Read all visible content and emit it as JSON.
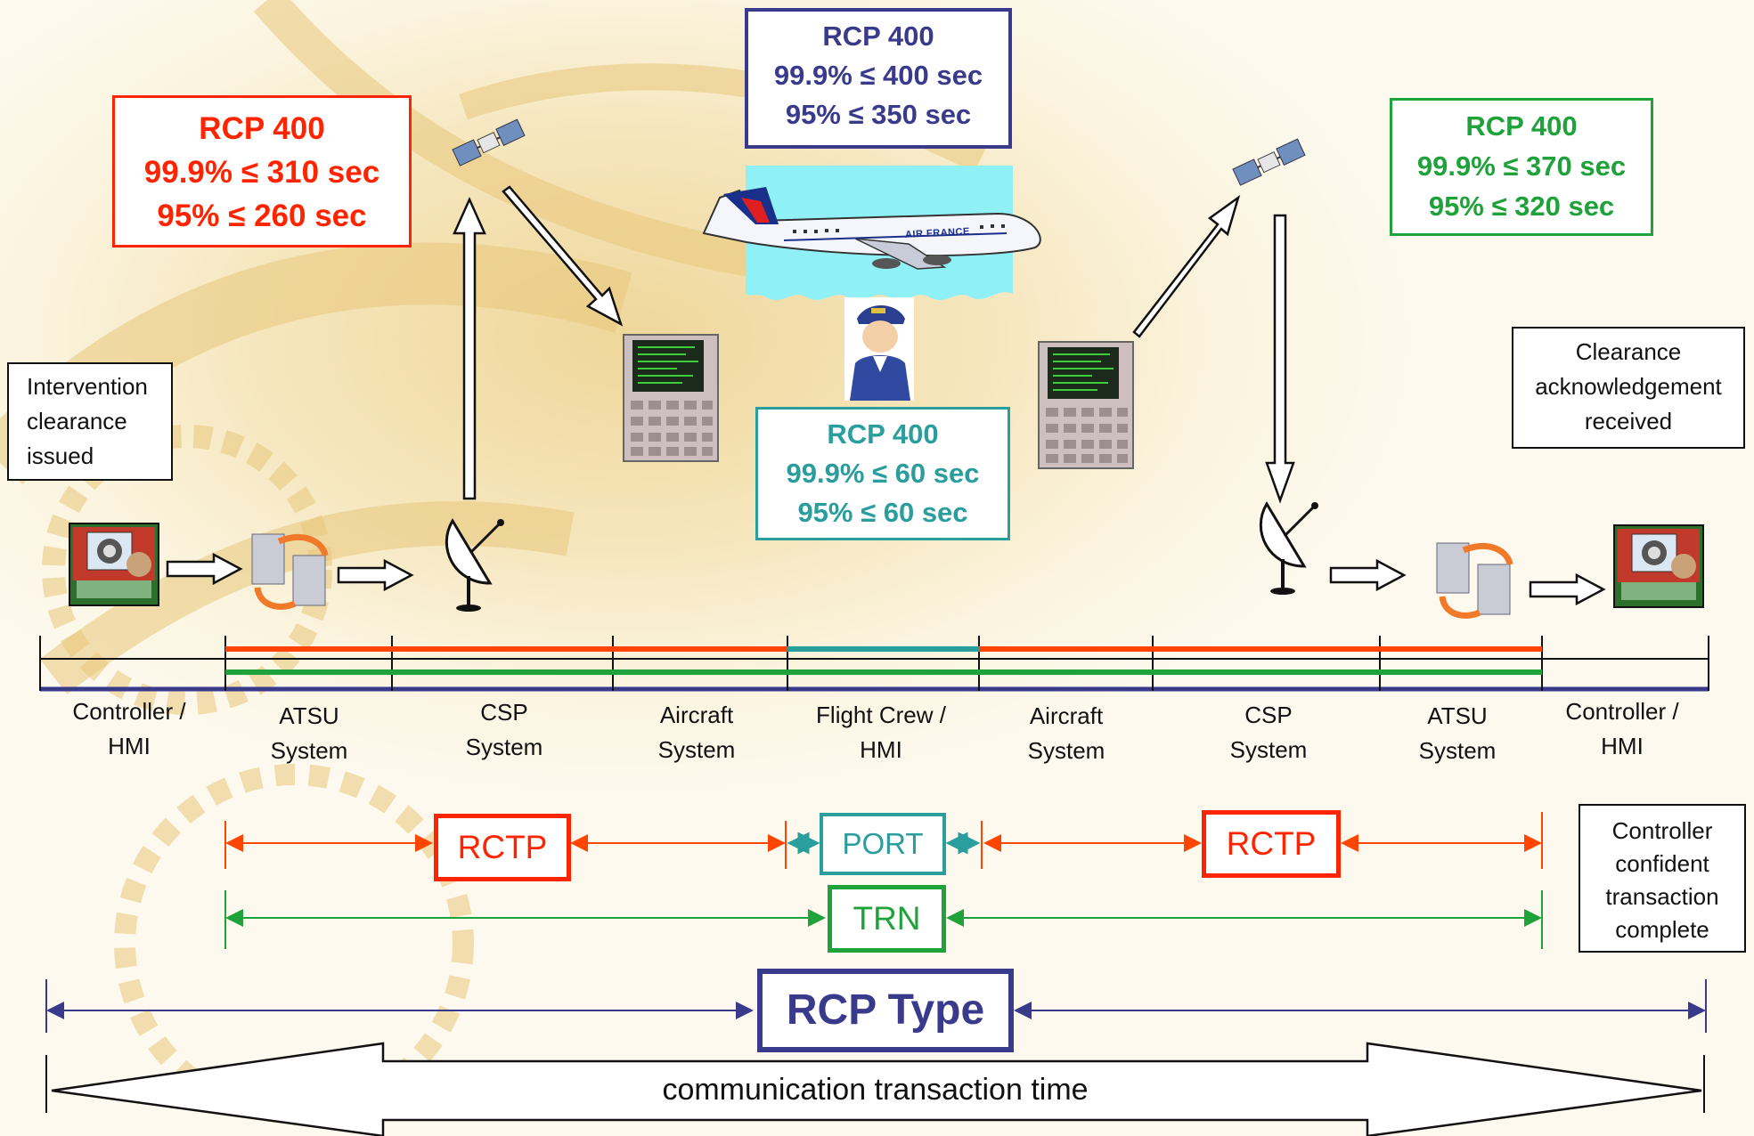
{
  "colors": {
    "red": "#ff2400",
    "red_line": "#ff4500",
    "navy": "#3a3a8c",
    "teal": "#2a9d9d",
    "green": "#1fa23a",
    "black": "#111111"
  },
  "rcp_boxes": {
    "overall": {
      "title": "RCP 400",
      "line1": "99.9% ≤ 400 sec",
      "line2": "95% ≤ 350 sec"
    },
    "rctp_uplink": {
      "title": "RCP 400",
      "line1": "99.9% ≤ 310 sec",
      "line2": "95% ≤ 260 sec"
    },
    "port": {
      "title": "RCP 400",
      "line1": "99.9% ≤ 60 sec",
      "line2": "95% ≤ 60 sec"
    },
    "trn": {
      "title": "RCP 400",
      "line1": "99.9% ≤ 370 sec",
      "line2": "95% ≤ 320 sec"
    }
  },
  "notes": {
    "start": [
      "Intervention",
      "clearance",
      "issued"
    ],
    "ack": [
      "Clearance",
      "acknowledgement",
      "received"
    ],
    "complete": [
      "Controller",
      "confident",
      "transaction",
      "complete"
    ]
  },
  "aircraft": {
    "livery": "AIR FRANCE"
  },
  "timeline_labels": [
    {
      "line1": "Controller /",
      "line2": "HMI"
    },
    {
      "line1": "ATSU",
      "line2": "System"
    },
    {
      "line1": "CSP",
      "line2": "System"
    },
    {
      "line1": "Aircraft",
      "line2": "System"
    },
    {
      "line1": "Flight Crew /",
      "line2": "HMI"
    },
    {
      "line1": "Aircraft",
      "line2": "System"
    },
    {
      "line1": "CSP",
      "line2": "System"
    },
    {
      "line1": "ATSU",
      "line2": "System"
    },
    {
      "line1": "Controller /",
      "line2": "HMI"
    }
  ],
  "segments": {
    "rctp_left": "RCTP",
    "port": "PORT",
    "rctp_right": "RCTP",
    "trn": "TRN",
    "rcp_type": "RCP Type"
  },
  "footer": {
    "label": "communication transaction time"
  },
  "icons": [
    "controller-workstation-icon",
    "server-exchange-icon",
    "satellite-dish-icon",
    "satellite-icon",
    "cdu-terminal-icon",
    "airliner-icon",
    "pilot-icon"
  ]
}
